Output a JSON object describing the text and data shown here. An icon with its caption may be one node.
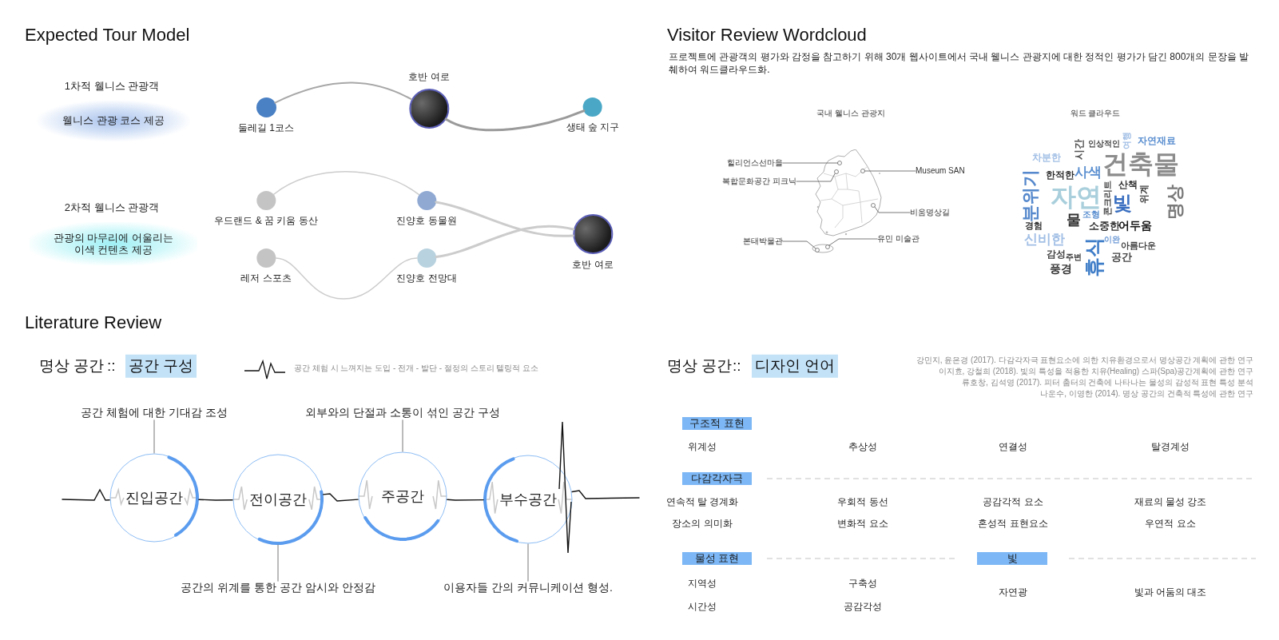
{
  "diagram": {
    "nodes": [
      {
        "text": [
          "둘레길 1코스"
        ]
      },
      {
        "text": [
          "호반 여로"
        ]
      },
      {
        "text": [
          "생태 숲 지구"
        ]
      },
      {
        "text": [
          "우드랜드 & 꿈 키움 동산"
        ]
      },
      {
        "text": [
          "진양호 동물원"
        ]
      },
      {
        "text": [
          "레저 스포츠"
        ]
      },
      {
        "text": [
          "진양호 전망대"
        ]
      },
      {
        "text": [
          "호반 여로"
        ]
      },
      {
        "text": [],
        "shape": "picture"
      },
      {
        "text": [
          "힐리언스선마을"
        ]
      },
      {
        "text": [
          "복합문화공간 피크닉"
        ]
      },
      {
        "text": [
          "Museum SAN"
        ]
      },
      {
        "text": [
          "비움명상길"
        ]
      },
      {
        "text": [
          "본태박물관"
        ]
      },
      {
        "text": [
          "유민 미술관"
        ]
      },
      {
        "text": [
          "진입공간"
        ]
      },
      {
        "text": [
          "전이공간"
        ]
      },
      {
        "text": [
          "주공간"
        ]
      },
      {
        "text": [
          "부수공간"
        ]
      },
      {
        "text": [
          "공간 체험에 대한 기대감 조성"
        ]
      },
      {
        "text": [
          "외부와의 단절과 소통이 섞인 공간 구성"
        ]
      },
      {
        "text": [
          "공간의 위계를 통한 공간 암시와 안정감"
        ]
      },
      {
        "text": [
          "이용자들 간의 커뮤니케이션 형성."
        ]
      },
      {
        "text": [
          "구조적 표현"
        ]
      },
      {
        "text": [
          "다감각자극"
        ]
      },
      {
        "text": [
          "물성 표현"
        ]
      },
      {
        "text": [
          "빛"
        ]
      }
    ],
    "edges": [
      {
        "from": 0,
        "to": 1,
        "arrow": "none"
      },
      {
        "from": 1,
        "to": 2,
        "arrow": "none"
      },
      {
        "from": 3,
        "to": 4,
        "arrow": "none",
        "color": "#cccccc"
      },
      {
        "from": 4,
        "to": 7,
        "arrow": "none",
        "color": "#cccccc"
      },
      {
        "from": 5,
        "to": 6,
        "arrow": "none",
        "color": "#cccccc"
      },
      {
        "from": 6,
        "to": 7,
        "arrow": "none",
        "color": "#cccccc"
      },
      {
        "from": 9,
        "to": 8,
        "arrow": "none"
      },
      {
        "from": 10,
        "to": 8,
        "arrow": "none"
      },
      {
        "from": 11,
        "to": 8,
        "arrow": "none"
      },
      {
        "from": 12,
        "to": 8,
        "arrow": "none"
      },
      {
        "from": 13,
        "to": 8,
        "arrow": "none"
      },
      {
        "from": 14,
        "to": 8,
        "arrow": "none"
      },
      {
        "from": null,
        "to": 15,
        "arrow": "none"
      },
      {
        "from": 15,
        "to": 16,
        "arrow": "none"
      },
      {
        "from": 16,
        "to": 17,
        "arrow": "none"
      },
      {
        "from": 17,
        "to": 18,
        "arrow": "none"
      },
      {
        "from": 18,
        "to": null,
        "arrow": "none"
      },
      {
        "from": 19,
        "to": 15,
        "arrow": "none"
      },
      {
        "from": 20,
        "to": 17,
        "arrow": "none"
      },
      {
        "from": 21,
        "to": 16,
        "arrow": "none"
      },
      {
        "from": 22,
        "to": 18,
        "arrow": "none"
      }
    ],
    "labels": [
      "Expected Tour Model",
      "1차적 웰니스 관광객",
      "웰니스 관광 코스 제공",
      "2차적 웰니스 관광객",
      "관광의 마무리에 어울리는 이색 컨텐츠 제공",
      "Visitor Review Wordcloud",
      "프로젝트에 관광객의 평가와 감정을 참고하기 위해 30개 웹사이트에서 국내 웰니스 관광지에 대한 정적인 평가가 담긴 800개의 문장을 발췌하여 워드클라우드화.",
      "국내 웰니스 관광지",
      "워드 클라우드",
      "Literature Review",
      "명상 공간",
      "::",
      "공간 구성",
      "공간 체험 시  느껴지는 도입 - 전개 -  발단 - 절정의 스토리 텔링적 요소",
      "명상 공간",
      "::",
      "디자인 언어",
      "강민지, 윤은경 (2017). 다감각자극 표현요소에 의한 치유환경으로서 명상공간 계획에 관한 연구",
      "이지효, 강철희 (2018). 빛의 특성을 적용한 치유(Healing) 스파(Spa)공간계획에 관한 연구",
      "류호창, 김석영 (2017). 피터 춤터의 건축에 나타나는 물성의 감성적 표현 특성 분석",
      "나운수, 이영한 (2014). 명상 공간의 건축적 특성에 관한 연구",
      "위계성",
      "추상성",
      "연결성",
      "탈경계성",
      "연속적 탈 경계화",
      "우회적 동선",
      "공감각적 요소",
      "재료의 물성 강조",
      "장소의 의미화",
      "변화적 요소",
      "혼성적 표현요소",
      "우연적 요소",
      "지역성",
      "구축성",
      "자연광",
      "빛과 어둠의 대조",
      "시간성",
      "공감각성",
      "차분한",
      "시간",
      "인상적인",
      "여행",
      "건축물",
      "자연재료",
      "분위기",
      "한적한",
      "사색",
      "자연",
      "콘크리트",
      "빛",
      "산책",
      "위계",
      "명상",
      "경험",
      "물",
      "조형",
      "소중한",
      "어두움",
      "신비한",
      "휴식",
      "이완",
      "아름다운",
      "감성",
      "주변",
      "공간",
      "풍경"
    ]
  }
}
